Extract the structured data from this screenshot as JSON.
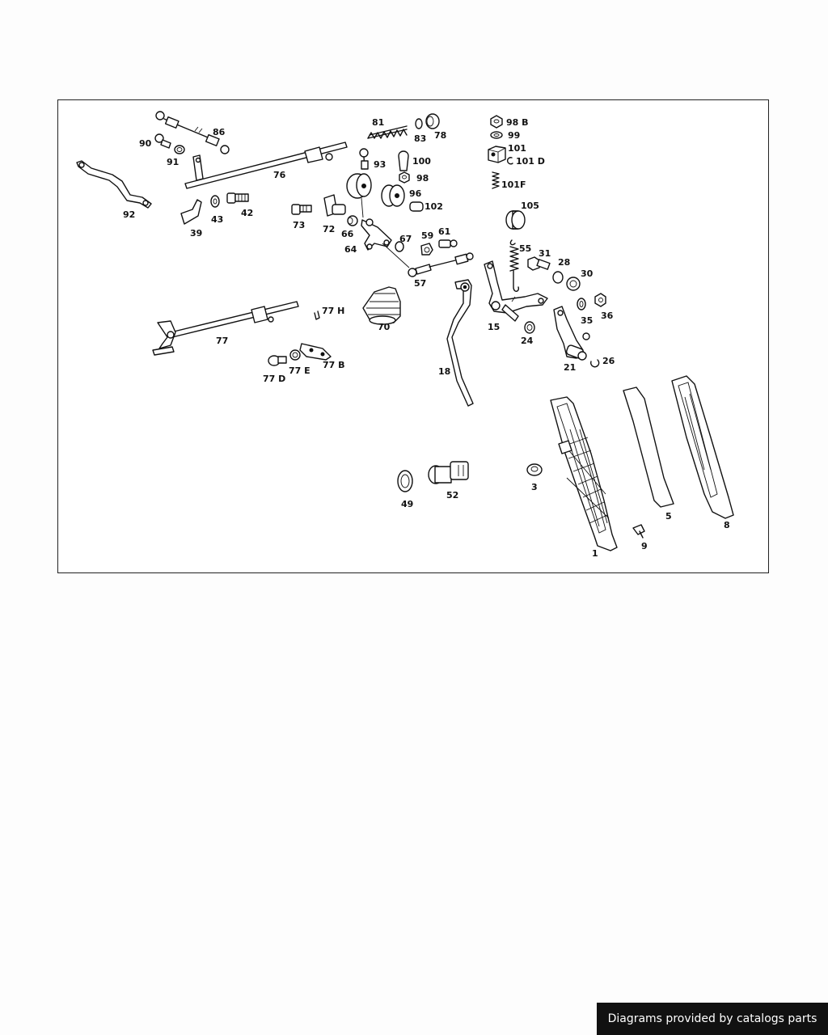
{
  "diagram": {
    "labels": [
      "1",
      "3",
      "5",
      "8",
      "9",
      "15",
      "18",
      "21",
      "24",
      "26",
      "28",
      "30",
      "31",
      "35",
      "36",
      "39",
      "42",
      "43",
      "49",
      "52",
      "55",
      "57",
      "59",
      "61",
      "64",
      "66",
      "67",
      "70",
      "72",
      "73",
      "76",
      "77",
      "77 B",
      "77 D",
      "77 E",
      "77 H",
      "78",
      "81",
      "83",
      "86",
      "90",
      "91",
      "92",
      "93",
      "96",
      "98",
      "98 B",
      "99",
      "100",
      "101",
      "101 D",
      "101F",
      "102",
      "105"
    ]
  },
  "footer": {
    "credit": "Diagrams provided by catalogs parts"
  }
}
